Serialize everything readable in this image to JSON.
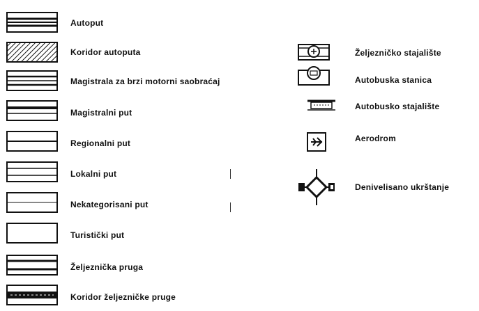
{
  "legend_left": [
    {
      "label": "Autoput",
      "symbol": "autoput"
    },
    {
      "label": "Koridor autoputa",
      "symbol": "koridor-autoputa"
    },
    {
      "label": "Magistrala za brzi motorni saobraćaj",
      "symbol": "magistrala-brzi"
    },
    {
      "label": "Magistralni put",
      "symbol": "magistralni-put"
    },
    {
      "label": "Regionalni put",
      "symbol": "regionalni-put"
    },
    {
      "label": "Lokalni put",
      "symbol": "lokalni-put"
    },
    {
      "label": "Nekategorisani put",
      "symbol": "nekategorisani-put"
    },
    {
      "label": "Turistički put",
      "symbol": "turisticki-put"
    },
    {
      "label": "Željeznička pruga",
      "symbol": "zeljeznicka-pruga"
    },
    {
      "label": "Koridor željezničke pruge",
      "symbol": "koridor-pruge"
    }
  ],
  "legend_right": [
    {
      "label": "Željezničko stajalište",
      "symbol": "zeljeznicko-stajaliste"
    },
    {
      "label": "Autobuska stanica",
      "symbol": "autobuska-stanica"
    },
    {
      "label": "Autobusko stajalište",
      "symbol": "autobusko-stajaliste"
    },
    {
      "label": "Aerodrom",
      "symbol": "aerodrom"
    },
    {
      "label": "Denivelisano ukrštanje",
      "symbol": "denivelisano-ukrstanje"
    }
  ],
  "colors": {
    "ink": "#111111",
    "background": "#ffffff"
  }
}
